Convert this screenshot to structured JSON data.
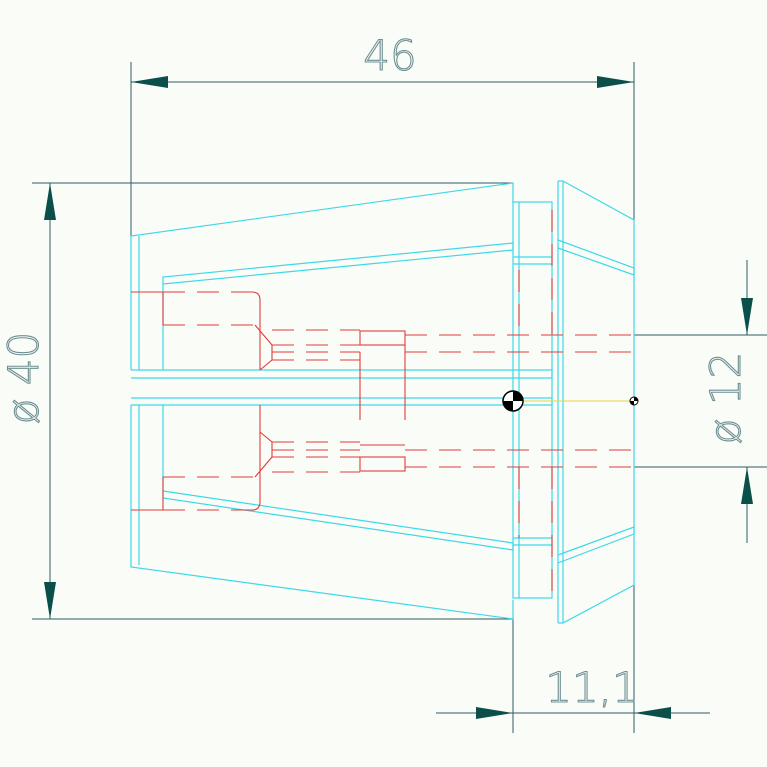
{
  "drawing": {
    "dimensions": {
      "overall_length": "46",
      "outer_diameter": "ø 40",
      "bore_diameter": "ø 12",
      "head_length": "11,1"
    },
    "colors": {
      "background": "#fafcf8",
      "outline": "#3fd8e8",
      "hidden_lines": "#e23b3b",
      "dimension_lines": "#2f5d62",
      "dimension_text": "#6e8f92",
      "centre_line": "#e9d24a"
    },
    "symbols": [
      "centre-of-gravity-marker",
      "centre-of-gravity-marker-small"
    ]
  }
}
